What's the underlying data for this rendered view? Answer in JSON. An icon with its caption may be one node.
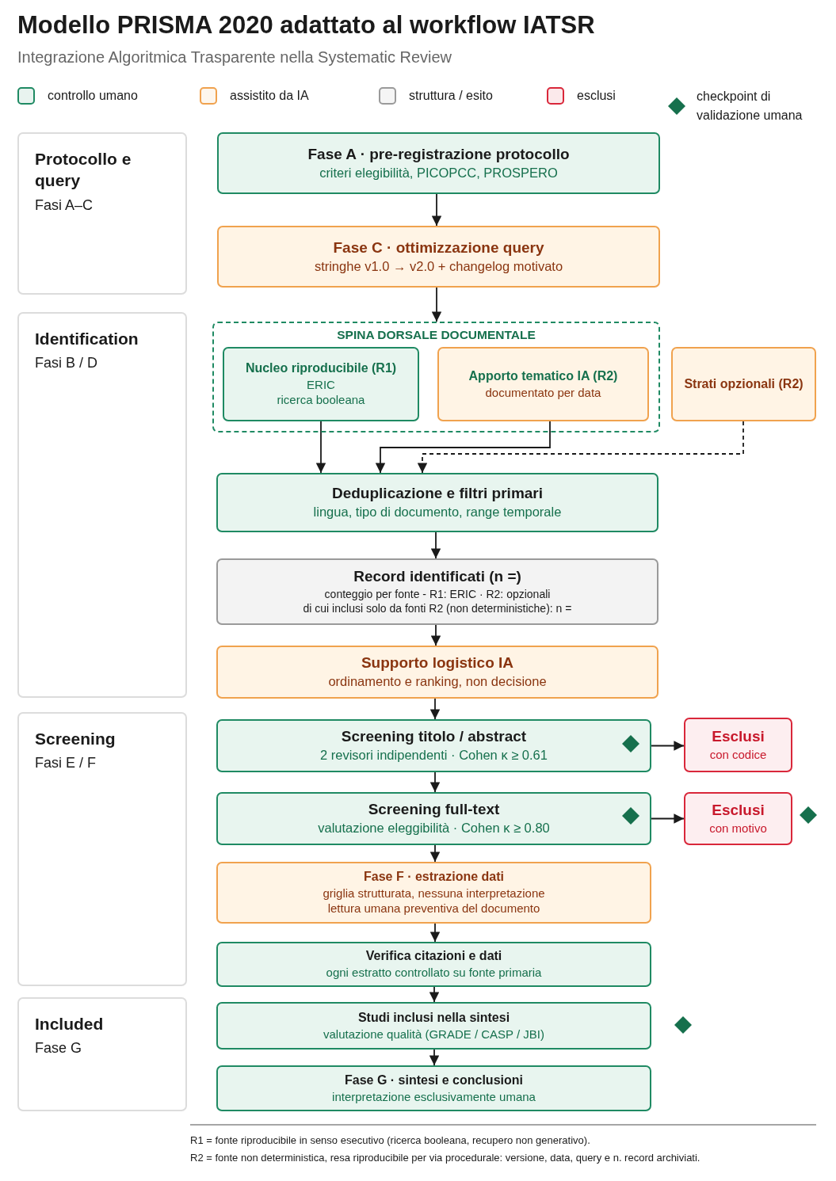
{
  "diagram": {
    "title": "Modello PRISMA 2020 adattato al workflow IATSR",
    "caption": "Integrazione Algoritmica Trasparente nella Systematic Review",
    "nodes": [
      {
        "text": [
          "Protocollo e query",
          "Fasi A–C"
        ]
      },
      {
        "text": [
          "Fase A · pre-registrazione protocollo",
          "criteri elegibilità, PICOPCC, PROSPERO"
        ]
      },
      {
        "text": [
          "Fase C · ottimizzazione query",
          "stringhe v1.0 → v2.0 + changelog motivato"
        ]
      },
      {
        "text": [
          "Identification",
          "Fasi B / D"
        ]
      },
      {
        "text": [
          "SPINA DORSALE DOCUMENTALE"
        ]
      },
      {
        "text": [
          "Nucleo riproducibile (R1)",
          "ERIC",
          "ricerca booleana"
        ],
        "in": 4
      },
      {
        "text": [
          "Apporto tematico IA (R2)",
          "documentato per data"
        ],
        "in": 4
      },
      {
        "text": [
          "Strati opzionali (R2)"
        ]
      },
      {
        "text": [
          "Deduplicazione e filtri primari",
          "lingua, tipo di documento, range temporale"
        ]
      },
      {
        "text": [
          "Record identificati (n =)",
          "conteggio per fonte - R1: ERIC · R2: opzionali",
          "di cui inclusi solo da fonti R2 (non deterministiche): n ="
        ]
      },
      {
        "text": [
          "Supporto logistico IA",
          "ordinamento e ranking, non decisione"
        ]
      },
      {
        "text": [
          "Screening",
          "Fasi E / F"
        ]
      },
      {
        "text": [
          "Screening titolo / abstract",
          "2 revisori indipendenti · Cohen κ ≥ 0.61"
        ]
      },
      {
        "text": [
          "Esclusi",
          "con codice"
        ]
      },
      {
        "text": [
          "Screening full-text",
          "valutazione eleggibilità · Cohen κ ≥ 0.80"
        ]
      },
      {
        "text": [
          "Esclusi",
          "con motivo"
        ]
      },
      {
        "text": [
          "Fase F · estrazione dati",
          "griglia strutturata, nessuna interpretazione",
          "lettura umana preventiva del documento"
        ]
      },
      {
        "text": [
          "Verifica citazioni e dati",
          "ogni estratto controllato su fonte primaria"
        ]
      },
      {
        "text": [
          "Included",
          "Fase G"
        ]
      },
      {
        "text": [
          "Studi inclusi nella sintesi",
          "valutazione qualità (GRADE / CASP / JBI)"
        ]
      },
      {
        "text": [
          "Fase G · sintesi e conclusioni",
          "interpretazione esclusivamente umana"
        ]
      }
    ],
    "edges": [
      {
        "from": 1,
        "to": 2,
        "arrow": "to"
      },
      {
        "from": 2,
        "to": 4,
        "arrow": "to"
      },
      {
        "from": 5,
        "to": 8,
        "arrow": "to"
      },
      {
        "from": 6,
        "to": 8,
        "arrow": "to"
      },
      {
        "from": 7,
        "to": 8,
        "arrow": "to",
        "style": "dashed"
      },
      {
        "from": 8,
        "to": 9,
        "arrow": "to"
      },
      {
        "from": 9,
        "to": 10,
        "arrow": "to"
      },
      {
        "from": 10,
        "to": 12,
        "arrow": "to"
      },
      {
        "from": 12,
        "to": 13,
        "arrow": "to"
      },
      {
        "from": 12,
        "to": 14,
        "arrow": "to"
      },
      {
        "from": 14,
        "to": 15,
        "arrow": "to"
      },
      {
        "from": 14,
        "to": 16,
        "arrow": "to"
      },
      {
        "from": 16,
        "to": 17,
        "arrow": "to"
      },
      {
        "from": 17,
        "to": 19,
        "arrow": "to"
      },
      {
        "from": 19,
        "to": 20,
        "arrow": "to"
      }
    ],
    "labels": [
      "R1 = fonte riproducibile in senso esecutivo (ricerca booleana, recupero non generativo).",
      "R2 = fonte non deterministica, resa riproducibile per via procedurale: versione, data, query e n. record archiviati."
    ],
    "legend": [
      {
        "text": "controllo umano",
        "color": "#1f8a63"
      },
      {
        "text": "assistito da IA",
        "color": "#f0a24e"
      },
      {
        "text": "struttura / esito",
        "color": "#9a9a9a"
      },
      {
        "text": "esclusi",
        "color": "#d9273a"
      },
      {
        "text": "checkpoint di validazione umana"
      }
    ]
  }
}
